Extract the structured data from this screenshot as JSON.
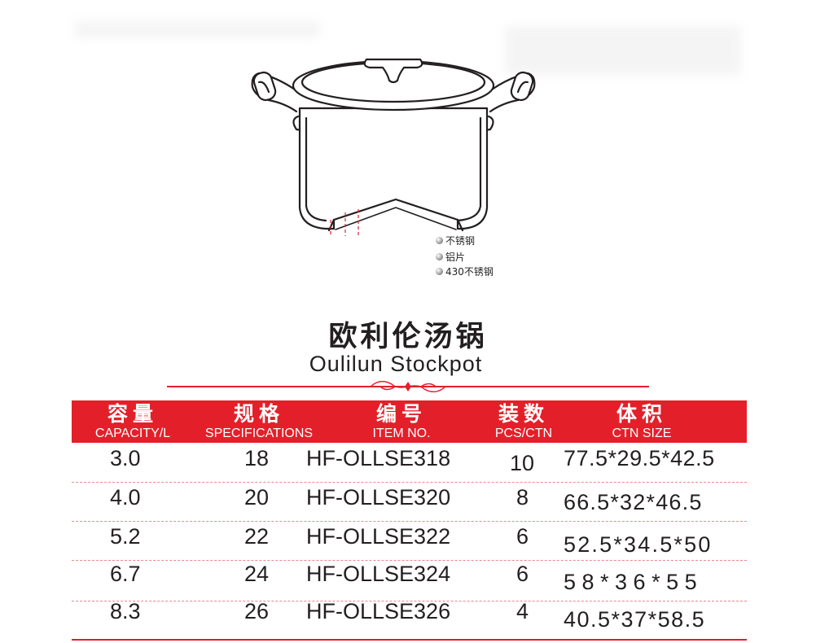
{
  "product": {
    "layers": [
      "不锈钢",
      "铝片",
      "430不锈钢"
    ]
  },
  "title": {
    "cn": "欧利伦汤锅",
    "en": "Oulilun Stockpot"
  },
  "table": {
    "headers": [
      {
        "cn": "容量",
        "en": "CAPACITY/L"
      },
      {
        "cn": "规格",
        "en": "SPECIFICATIONS"
      },
      {
        "cn": "编号",
        "en": "ITEM NO."
      },
      {
        "cn": "装数",
        "en": "PCS/CTN"
      },
      {
        "cn": "体积",
        "en": "CTN SIZE"
      }
    ],
    "rows": [
      {
        "capacity": "3.0",
        "spec": "18",
        "item": "HF-OLLSE318",
        "pcs": "10",
        "size": "77.5*29.5*42.5"
      },
      {
        "capacity": "4.0",
        "spec": "20",
        "item": "HF-OLLSE320",
        "pcs": "8",
        "size": "66.5*32*46.5"
      },
      {
        "capacity": "5.2",
        "spec": "22",
        "item": "HF-OLLSE322",
        "pcs": "6",
        "size": "52.5*34.5*50"
      },
      {
        "capacity": "6.7",
        "spec": "24",
        "item": "HF-OLLSE324",
        "pcs": "6",
        "size": "5 8 * 3 6 * 5 5"
      },
      {
        "capacity": "8.3",
        "spec": "26",
        "item": "HF-OLLSE326",
        "pcs": "4",
        "size": "40.5*37*58.5"
      }
    ]
  },
  "colors": {
    "accent": "#e3202a",
    "text": "#231f20",
    "header_text": "#ffffff"
  }
}
